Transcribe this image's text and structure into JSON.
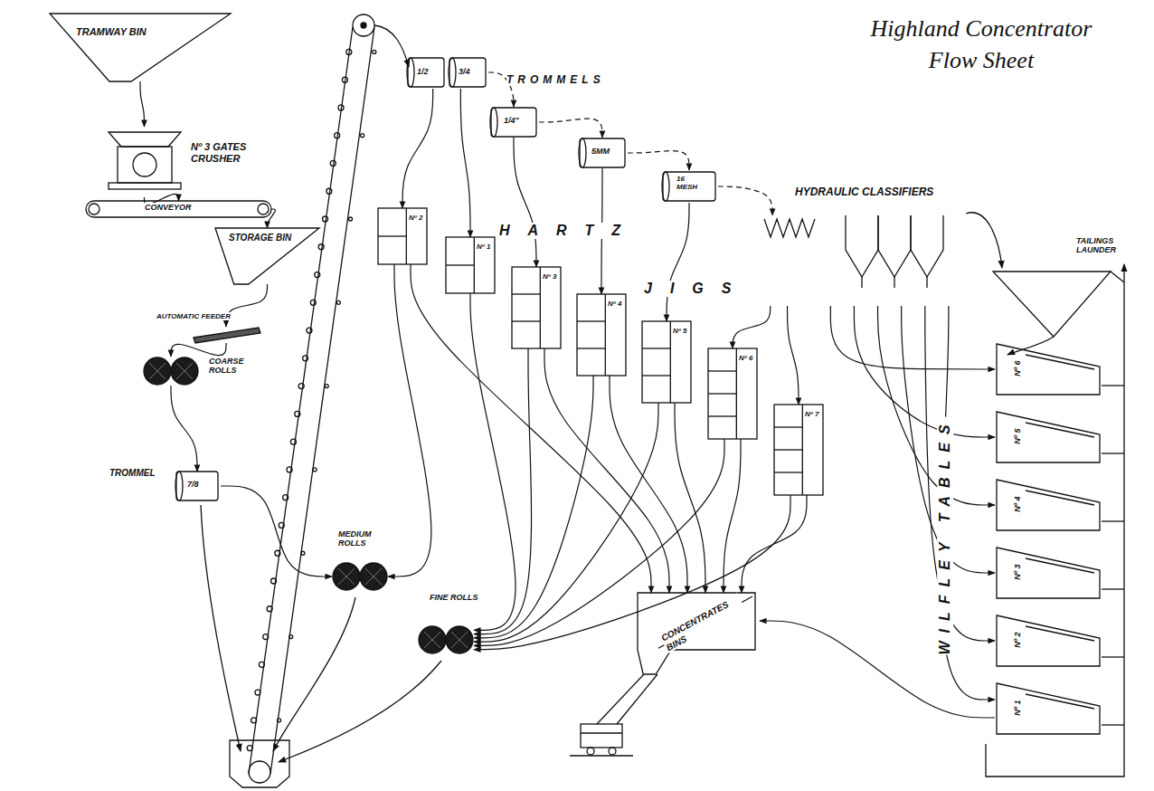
{
  "diagram": {
    "title": "Highland Concentrator Flow Sheet",
    "nodes": [
      {
        "text": [
          "TRAMWAY BIN"
        ]
      },
      {
        "text": [
          "Nº 3 GATES CRUSHER"
        ]
      },
      {
        "text": [
          "CONVEYOR"
        ]
      },
      {
        "text": [
          "STORAGE BIN"
        ]
      },
      {
        "text": [
          "AUTOMATIC FEEDER"
        ]
      },
      {
        "text": [
          "COARSE ROLLS"
        ]
      },
      {
        "text": [
          "TROMMEL",
          "7/8"
        ]
      },
      {
        "text": [
          "1/2",
          "3/4"
        ]
      },
      {
        "text": [
          "1/4\""
        ]
      },
      {
        "text": [
          "5MM"
        ]
      },
      {
        "text": [
          "16 MESH"
        ]
      },
      {
        "text": [
          "Nº 2"
        ]
      },
      {
        "text": [
          "Nº 1"
        ]
      },
      {
        "text": [
          "Nº 3"
        ]
      },
      {
        "text": [
          "Nº 4"
        ]
      },
      {
        "text": [
          "Nº 5"
        ]
      },
      {
        "text": [
          "Nº 6"
        ]
      },
      {
        "text": [
          "Nº 7"
        ]
      },
      {
        "text": [
          "HYDRAULIC CLASSIFIERS"
        ]
      },
      {
        "text": [
          "MEDIUM ROLLS"
        ]
      },
      {
        "text": [
          "FINE ROLLS"
        ]
      },
      {
        "text": [
          "CONCENTRATES BINS"
        ]
      },
      {
        "text": [
          "Nº 6"
        ]
      },
      {
        "text": [
          "Nº 5"
        ]
      },
      {
        "text": [
          "Nº 4"
        ]
      },
      {
        "text": [
          "Nº 3"
        ]
      },
      {
        "text": [
          "Nº 2"
        ]
      },
      {
        "text": [
          "Nº 1"
        ]
      }
    ],
    "edges": [
      {
        "from": 0,
        "to": 1,
        "arrow": "to"
      },
      {
        "from": 1,
        "to": 2,
        "arrow": "to"
      },
      {
        "from": 2,
        "to": 3,
        "arrow": "to"
      },
      {
        "from": 3,
        "to": 4,
        "arrow": "to"
      },
      {
        "from": 4,
        "to": 5,
        "arrow": "to"
      },
      {
        "from": 5,
        "to": 6,
        "arrow": "to"
      },
      {
        "from": 6,
        "to": 19,
        "arrow": "to"
      },
      {
        "from": 7,
        "to": 8,
        "arrow": "to"
      },
      {
        "from": 8,
        "to": 9,
        "arrow": "to"
      },
      {
        "from": 9,
        "to": 10,
        "arrow": "to"
      },
      {
        "from": 10,
        "to": 18,
        "arrow": "to"
      },
      {
        "from": 7,
        "to": 11,
        "arrow": "to"
      },
      {
        "from": 7,
        "to": 12,
        "arrow": "to"
      },
      {
        "from": 8,
        "to": 13,
        "arrow": "to"
      },
      {
        "from": 9,
        "to": 14,
        "arrow": "to"
      },
      {
        "from": 10,
        "to": 15,
        "arrow": "to"
      },
      {
        "from": 18,
        "to": 16,
        "arrow": "to"
      },
      {
        "from": 18,
        "to": 17,
        "arrow": "to"
      },
      {
        "from": 11,
        "to": 19,
        "arrow": "to"
      },
      {
        "from": 12,
        "to": 20,
        "arrow": "to"
      },
      {
        "from": 13,
        "to": 20,
        "arrow": "to"
      },
      {
        "from": 14,
        "to": 20,
        "arrow": "to"
      },
      {
        "from": 15,
        "to": 20,
        "arrow": "to"
      },
      {
        "from": 16,
        "to": 20,
        "arrow": "to"
      },
      {
        "from": 17,
        "to": 20,
        "arrow": "to"
      },
      {
        "from": 11,
        "to": 21,
        "arrow": "to"
      },
      {
        "from": 13,
        "to": 21,
        "arrow": "to"
      },
      {
        "from": 14,
        "to": 21,
        "arrow": "to"
      },
      {
        "from": 15,
        "to": 21,
        "arrow": "to"
      },
      {
        "from": 16,
        "to": 21,
        "arrow": "to"
      },
      {
        "from": 17,
        "to": 21,
        "arrow": "to"
      },
      {
        "from": 18,
        "to": 22,
        "arrow": "to"
      },
      {
        "from": 18,
        "to": 23,
        "arrow": "to"
      },
      {
        "from": 18,
        "to": 24,
        "arrow": "to"
      },
      {
        "from": 18,
        "to": 25,
        "arrow": "to"
      },
      {
        "from": 18,
        "to": 26,
        "arrow": "to"
      },
      {
        "from": 18,
        "to": 27,
        "arrow": "to"
      },
      {
        "from": 27,
        "to": 21,
        "arrow": "to"
      }
    ],
    "labels": [
      "TROMMELS",
      "HARTZ",
      "JIGS",
      "TAILINGS LAUNDER",
      "WILFLEY TABLES"
    ]
  }
}
